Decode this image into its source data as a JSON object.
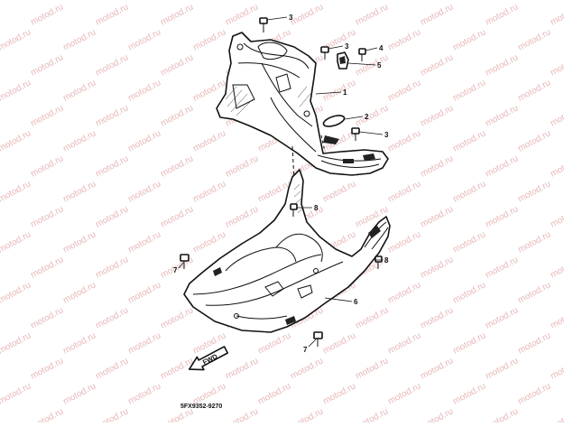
{
  "watermark": {
    "text": "motod.ru",
    "color": "#e7b8b8"
  },
  "diagram": {
    "fwd_label": "FWD",
    "drawing_code": "5FX9352-9270",
    "callouts": [
      {
        "id": "c3a",
        "label": "3"
      },
      {
        "id": "c3b",
        "label": "3"
      },
      {
        "id": "c4",
        "label": "4"
      },
      {
        "id": "c5",
        "label": "5"
      },
      {
        "id": "c1",
        "label": "1"
      },
      {
        "id": "c2",
        "label": "2"
      },
      {
        "id": "c3c",
        "label": "3"
      },
      {
        "id": "c8a",
        "label": "8"
      },
      {
        "id": "c8b",
        "label": "8"
      },
      {
        "id": "c7a",
        "label": "7"
      },
      {
        "id": "c6",
        "label": "6"
      },
      {
        "id": "c7b",
        "label": "7"
      }
    ]
  }
}
